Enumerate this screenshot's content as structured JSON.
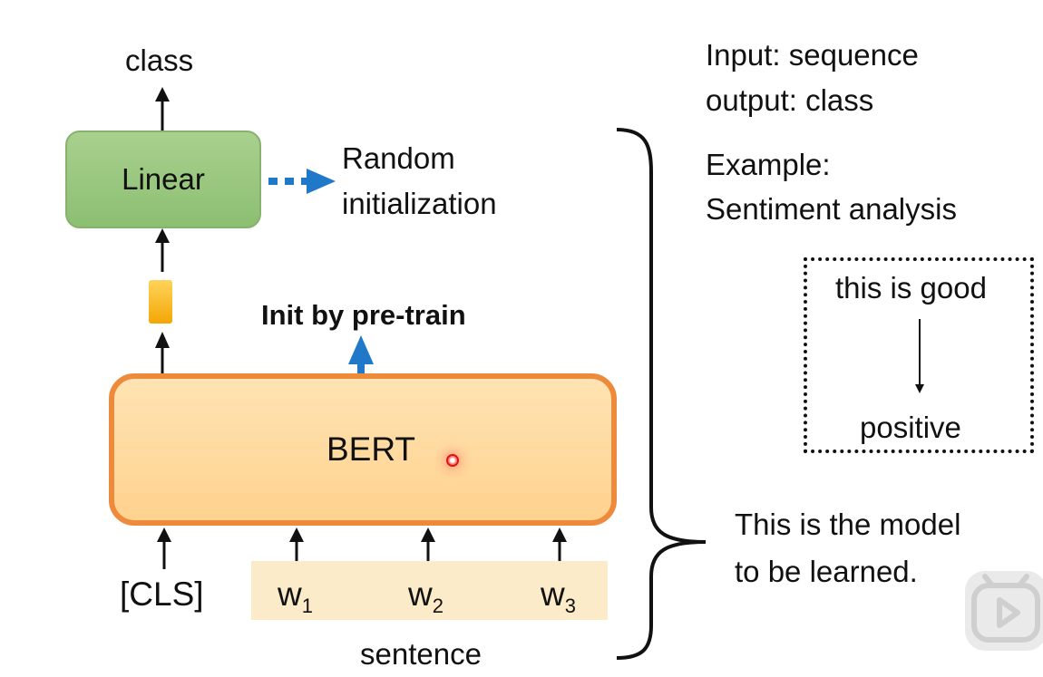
{
  "diagram": {
    "output_label": "class",
    "linear_label": "Linear",
    "random_init_line1": "Random",
    "random_init_line2": "initialization",
    "init_pretrain_label": "Init by pre-train",
    "bert_label": "BERT",
    "cls_label": "[CLS]",
    "tokens": [
      {
        "base": "w",
        "sub": "1"
      },
      {
        "base": "w",
        "sub": "2"
      },
      {
        "base": "w",
        "sub": "3"
      }
    ],
    "sentence_label": "sentence"
  },
  "notes": {
    "line1": "Input:  sequence",
    "line2": "output: class",
    "line3": "Example:",
    "line4": "Sentiment analysis",
    "example_input": "this is good",
    "example_output": "positive",
    "model_note_line1": "This is the model",
    "model_note_line2": "to be learned."
  },
  "colors": {
    "linear_fill": "#a9d08e",
    "bert_fill": "#ffd28f",
    "bert_border": "#ee8a3b",
    "cls_vector": "#f5b20a",
    "sentence_band": "#fcebc8",
    "dashed_arrow": "#1f78c8"
  },
  "icons": {
    "laser_pointer": "laser-pointer-dot",
    "player_overlay": "play-icon"
  }
}
